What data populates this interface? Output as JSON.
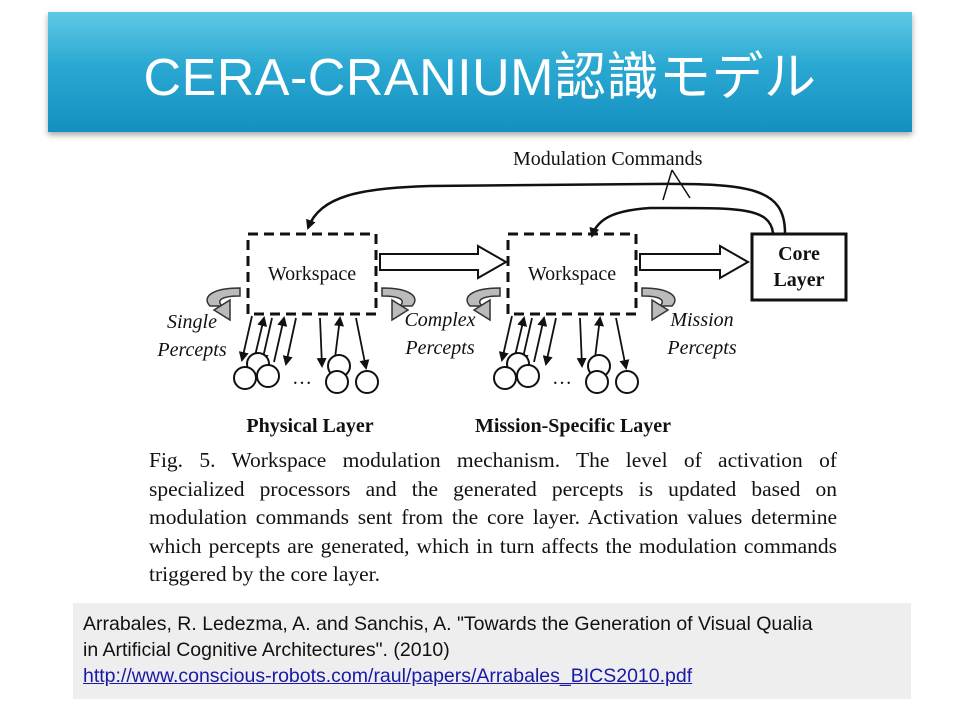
{
  "slide": {
    "title": "CERA-CRANIUM認識モデル"
  },
  "diagram": {
    "modulation_label": "Modulation Commands",
    "workspace_1": "Workspace",
    "workspace_2": "Workspace",
    "core_layer_line1": "Core",
    "core_layer_line2": "Layer",
    "single_percepts_line1": "Single",
    "single_percepts_line2": "Percepts",
    "complex_percepts_line1": "Complex",
    "complex_percepts_line2": "Percepts",
    "mission_percepts_line1": "Mission",
    "mission_percepts_line2": "Percepts",
    "ellipsis_1": "…",
    "ellipsis_2": "…",
    "physical_layer": "Physical Layer",
    "mission_specific_layer": "Mission-Specific Layer"
  },
  "caption": {
    "text": "Fig. 5. Workspace modulation mechanism. The level of activation of specialized processors and the generated percepts is updated based on modulation commands sent from the core layer. Activation values determine which percepts are generated, which in turn affects the modulation commands triggered by the core layer."
  },
  "reference": {
    "line1": "Arrabales, R. Ledezma, A. and Sanchis, A. \"Towards the Generation of Visual Qualia",
    "line2": "in Artificial Cognitive Architectures\". (2010)",
    "url": "http://www.conscious-robots.com/raul/papers/Arrabales_BICS2010.pdf"
  }
}
